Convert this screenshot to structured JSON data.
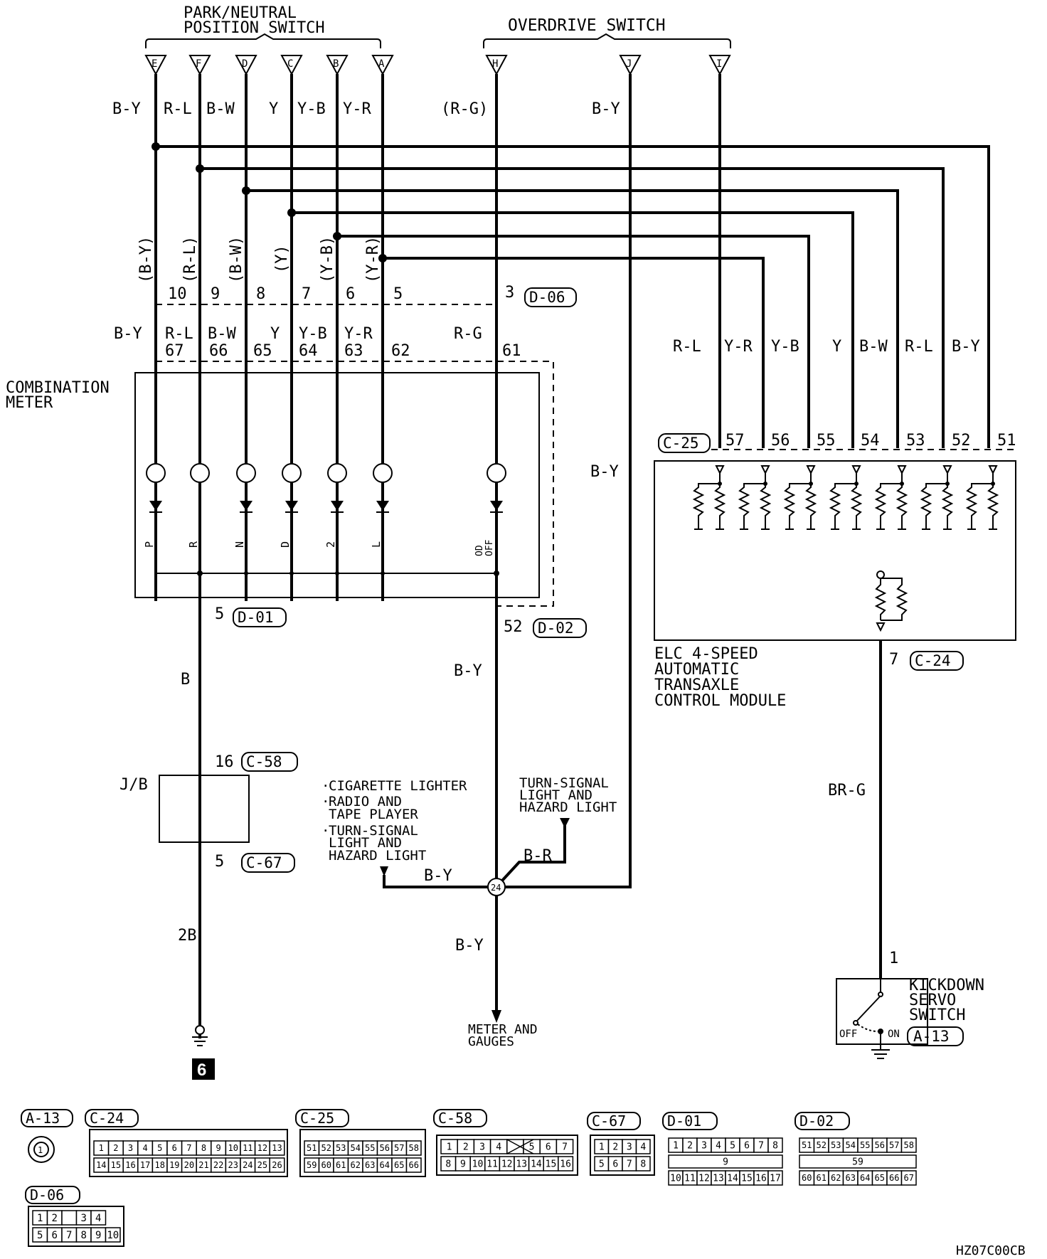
{
  "park_switch": {
    "title_line1": "PARK/NEUTRAL",
    "title_line2": "POSITION SWITCH",
    "pins": [
      "E",
      "F",
      "D",
      "C",
      "B",
      "A"
    ],
    "top_wires": [
      "B-Y",
      "R-L",
      "B-W",
      "Y",
      "Y-B",
      "Y-R"
    ]
  },
  "od_switch": {
    "title": "OVERDRIVE SWITCH",
    "pins": [
      "H",
      "J",
      "I"
    ],
    "wire_h": "(R-G)",
    "wire_j": "B-Y"
  },
  "d06": {
    "wires_vertical": [
      "(B-Y)",
      "(R-L)",
      "(B-W)",
      "(Y)",
      "(Y-B)",
      "(Y-R)"
    ],
    "pins": [
      "10",
      "9",
      "8",
      "7",
      "6",
      "5"
    ],
    "od_pin": "3",
    "label": "D-06"
  },
  "combination_meter": {
    "title_line1": "COMBINATION",
    "title_line2": "METER",
    "wires": [
      "B-Y",
      "R-L",
      "B-W",
      "Y",
      "Y-B",
      "Y-R"
    ],
    "od_wire": "R-G",
    "pins": [
      "67",
      "66",
      "65",
      "64",
      "63",
      "62"
    ],
    "od_pin": "61",
    "indicators": [
      "P",
      "R",
      "N",
      "D",
      "2",
      "L"
    ],
    "od_indicator_1": "OD",
    "od_indicator_2": "OFF",
    "out_pin_left": "5",
    "out_conn_left": "D-01",
    "out_pin_right": "52",
    "out_conn_right": "D-02"
  },
  "tcm": {
    "wires": [
      "R-L",
      "Y-R",
      "Y-B",
      "Y",
      "B-W",
      "R-L",
      "B-Y"
    ],
    "pins": [
      "57",
      "56",
      "55",
      "54",
      "53",
      "52",
      "51"
    ],
    "conn": "C-25",
    "title_1": "ELC 4-SPEED",
    "title_2": "AUTOMATIC",
    "title_3": "TRANSAXLE",
    "title_4": "CONTROL MODULE",
    "out_pin": "7",
    "out_conn": "C-24"
  },
  "jb": {
    "label": "J/B",
    "in_pin": "16",
    "in_conn": "C-58",
    "out_pin": "5",
    "out_conn": "C-67"
  },
  "wires": {
    "b": "B",
    "by_mid": "B-Y",
    "by_long": "B-Y",
    "two_b": "2B",
    "by_lower": "B-Y",
    "br": "B-R",
    "by_bottom": "B-Y",
    "brg": "BR-G"
  },
  "ground_num": "6",
  "splice": "24",
  "loads_left": [
    "CIGARETTE LIGHTER",
    "RADIO AND",
    "TAPE PLAYER",
    "TURN-SIGNAL",
    "LIGHT AND",
    "HAZARD LIGHT"
  ],
  "loads_right": [
    "TURN-SIGNAL",
    "LIGHT AND",
    "HAZARD LIGHT"
  ],
  "meter_gauges_1": "METER AND",
  "meter_gauges_2": "GAUGES",
  "kickdown": {
    "pin": "1",
    "title_1": "KICKDOWN",
    "title_2": "SERVO",
    "title_3": "SWITCH",
    "conn": "A-13",
    "off": "OFF",
    "on": "ON"
  },
  "connectors": {
    "a13": {
      "name": "A-13",
      "pin": "1"
    },
    "c24": {
      "name": "C-24",
      "row1": [
        "1",
        "2",
        "3",
        "4",
        "5",
        "6",
        "7",
        "8",
        "9",
        "10",
        "11",
        "12",
        "13"
      ],
      "row2": [
        "14",
        "15",
        "16",
        "17",
        "18",
        "19",
        "20",
        "21",
        "22",
        "23",
        "24",
        "25",
        "26"
      ]
    },
    "c25": {
      "name": "C-25",
      "row1": [
        "51",
        "52",
        "53",
        "54",
        "55",
        "56",
        "57",
        "58"
      ],
      "row2": [
        "59",
        "60",
        "61",
        "62",
        "63",
        "64",
        "65",
        "66"
      ]
    },
    "c58": {
      "name": "C-58",
      "row1": [
        "1",
        "2",
        "3",
        "4",
        "",
        "5",
        "6",
        "7"
      ],
      "row2": [
        "8",
        "9",
        "10",
        "11",
        "12",
        "13",
        "14",
        "15",
        "16"
      ]
    },
    "c67": {
      "name": "C-67",
      "row1": [
        "1",
        "2",
        "3",
        "4"
      ],
      "row2": [
        "5",
        "6",
        "7",
        "8"
      ]
    },
    "d01": {
      "name": "D-01",
      "row1": [
        "1",
        "2",
        "3",
        "4",
        "5",
        "6",
        "7",
        "8"
      ],
      "mid": "9",
      "row2": [
        "10",
        "11",
        "12",
        "13",
        "14",
        "15",
        "16",
        "17"
      ]
    },
    "d02": {
      "name": "D-02",
      "row1": [
        "51",
        "52",
        "53",
        "54",
        "55",
        "56",
        "57",
        "58"
      ],
      "mid": "59",
      "row2": [
        "60",
        "61",
        "62",
        "63",
        "64",
        "65",
        "66",
        "67"
      ]
    },
    "d06": {
      "name": "D-06",
      "row1": [
        "1",
        "2",
        "",
        "3",
        "4"
      ],
      "row2": [
        "5",
        "6",
        "7",
        "8",
        "9",
        "10"
      ]
    }
  },
  "figure_code": "HZ07C00CB"
}
